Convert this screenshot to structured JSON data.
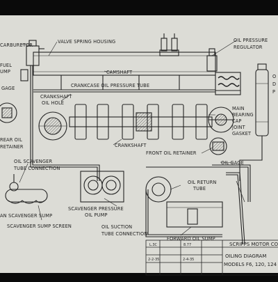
{
  "labels": {
    "carburetor": "CARBURETOR",
    "valve_spring_housing": "VALVE SPRING HOUSING",
    "oil_pressure_regulator_1": "OIL PRESSURE",
    "oil_pressure_regulator_2": "REGULATOR",
    "fuel_1": "FUEL",
    "fuel_2": "UMP",
    "camshaft": "CAMSHAFT",
    "gage_left": "GAGE",
    "crankcase_oil_pressure_tube": "CRANKCASE OIL PRESSURE TUBE",
    "right_edge_1": "O",
    "right_edge_2": "D",
    "right_edge_3": "P",
    "crankshaft_oil_hole_1": "CRANKSHAFT",
    "crankshaft_oil_hole_2": "OIL HOLE",
    "main_bearing_1": "MAIN",
    "main_bearing_2": "BEARING",
    "main_bearing_3": "CAP",
    "main_bearing_4": "JOINT",
    "main_bearing_5": "GASKET",
    "rear_oil_retainer_1": "REAR OIL",
    "rear_oil_retainer_2": "RETAINER",
    "crankshaft": "CRANKSHAFT",
    "front_oil_retainer": "FRONT OIL RETAINER",
    "oil_scavenger_1": "OIL SCAVENGER",
    "oil_scavenger_2": "TUBE CONNECTION",
    "oil_gage": "OIL GAGE",
    "oil_return_1": "OIL RETURN",
    "oil_return_2": "TUBE",
    "rear_scavenger_sump": "AN SCAVENGER SUMP",
    "scavenger_pressure_1": "SCAVENGER PRESSURE",
    "scavenger_pressure_2": "OIL PUMP",
    "scavenger_sump_screen": "SCAVENGER SUMP SCREEN",
    "oil_suction_1": "OIL SUCTION",
    "oil_suction_2": "TUBE CONNECTION",
    "forward_oil_sump": "FORWARD OIL SUMP"
  },
  "title_block": {
    "company": "SCRIPPS MOTOR CO",
    "title": "OILING DIAGRAM",
    "models": "MODELS F6, 120, 124",
    "rev_1": "L.3C",
    "rev_2": "8.77",
    "date_1": "2-2-35",
    "date_2": "2-4-35"
  },
  "colors": {
    "background": "#0a0a0a",
    "paper": "#dcdcd6",
    "ink": "#1e1e1e"
  }
}
